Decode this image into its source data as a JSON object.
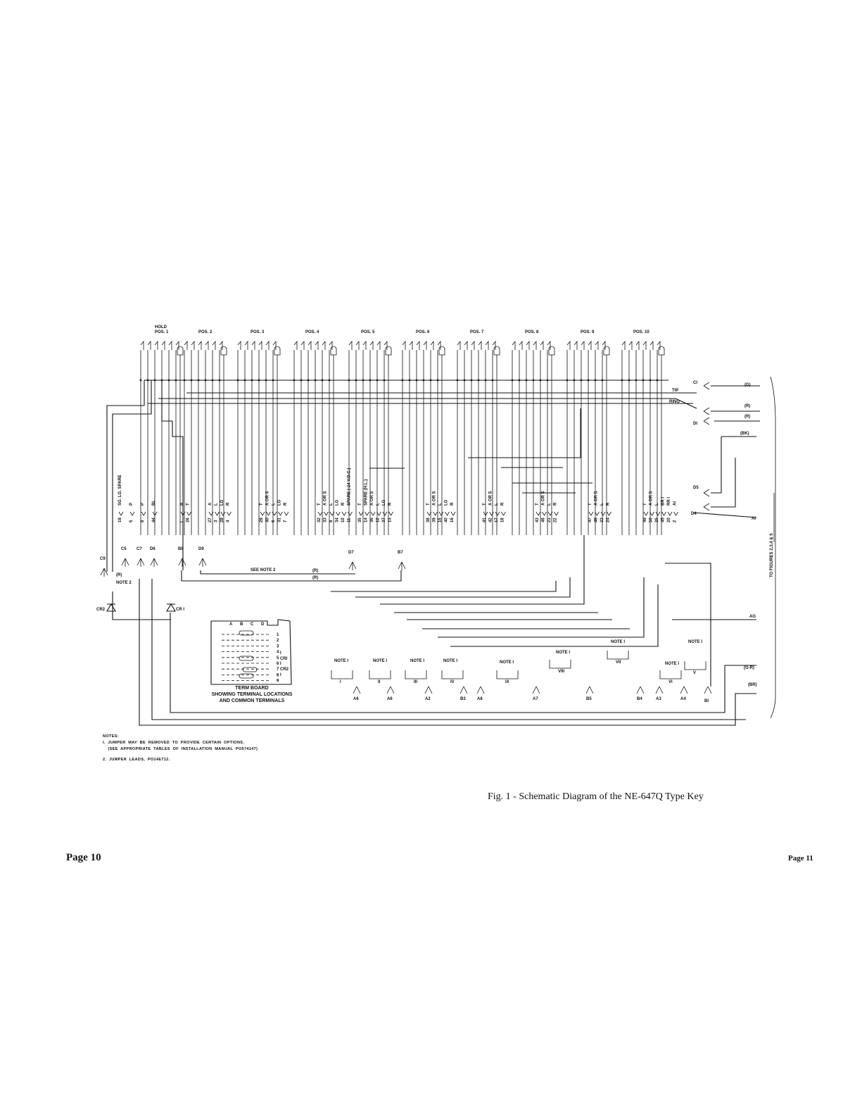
{
  "positions": [
    "HOLD POS. 1",
    "POS. 2",
    "POS. 3",
    "POS. 4",
    "POS. 5",
    "POS. 6",
    "POS. 7",
    "POS. 8",
    "POS. 9",
    "POS. 10"
  ],
  "bus_labels": {
    "tip": "TIP",
    "ring": "RING"
  },
  "right_connectors": {
    "c1": "CI",
    "d1": "DI",
    "d5": "D5",
    "d4": "D4",
    "leads": [
      "(G)",
      "(R)",
      "(R)",
      "(BK)",
      "AI",
      "AG",
      "(G-R)",
      "(BR)"
    ],
    "side_label": "TO FIGURES 2,3,4 & 5"
  },
  "lead_groups": [
    {
      "names": [
        "SG. LG. SPARE",
        "P",
        "P",
        "BL"
      ],
      "numbers": [
        "19",
        "5",
        "8",
        "44"
      ]
    },
    {
      "names": [
        "R",
        "T"
      ],
      "numbers": [
        "I",
        "26"
      ]
    },
    {
      "names": [
        "A",
        "L",
        "LG",
        "R"
      ],
      "numbers": [
        "27",
        "3",
        "28",
        "4"
      ]
    },
    {
      "names": [
        "T",
        "A OR S",
        "L",
        "LG",
        "R"
      ],
      "numbers": [
        "29",
        "30",
        "6",
        "31",
        "7"
      ]
    },
    {
      "names": [
        "T",
        "A OR S",
        "L",
        "LG",
        "R",
        "SPARE (-24 V.D.C.)"
      ],
      "numbers": [
        "32",
        "33",
        "9",
        "34",
        "10",
        "11"
      ]
    },
    {
      "names": [
        "T",
        "SPARE (H.L.)",
        "A OR S",
        "L",
        "LG",
        "R"
      ],
      "numbers": [
        "35",
        "14",
        "36",
        "12",
        "37",
        "13"
      ]
    },
    {
      "names": [
        "T",
        "A OR S",
        "L",
        "LG",
        "R"
      ],
      "numbers": [
        "38",
        "39",
        "15",
        "40",
        "16"
      ]
    },
    {
      "names": [
        "T",
        "A OR S",
        "L",
        "R"
      ],
      "numbers": [
        "41",
        "42",
        "17",
        "18"
      ]
    },
    {
      "names": [
        "T",
        "A OR S",
        "L",
        "R"
      ],
      "numbers": [
        "43",
        "46",
        "21",
        "22"
      ]
    },
    {
      "names": [
        "T",
        "A OR S",
        "L",
        "R"
      ],
      "numbers": [
        "47",
        "48",
        "23",
        "24"
      ]
    },
    {
      "names": [
        "T",
        "A OR S",
        "L",
        "BR I",
        "RR I",
        "AI"
      ],
      "numbers": [
        "49",
        "50",
        "25",
        "45",
        "20",
        "2"
      ]
    }
  ],
  "jacks_left": [
    "C9",
    "C5",
    "C7",
    "D6",
    "B8",
    "D9",
    "D7",
    "B7"
  ],
  "jack_notes": {
    "r1": "(R)",
    "r2": "(R)",
    "r3": "(R)",
    "see_note": "SEE NOTE 2",
    "note2": "NOTE 2"
  },
  "diodes": [
    "CR2",
    "CR I"
  ],
  "bottom_jacks": [
    "A6",
    "A6",
    "A2",
    "B3",
    "A8",
    "A7",
    "B5",
    "B4",
    "A3",
    "A4",
    "BI"
  ],
  "roman_numerals": [
    "I",
    "II",
    "III",
    "IV",
    "IX",
    "VIII",
    "VII",
    "VI",
    "V"
  ],
  "note1_label": "NOTE I",
  "term_board": {
    "columns": [
      "A",
      "B",
      "C",
      "D"
    ],
    "rows": [
      "1",
      "2",
      "3",
      "4",
      "5",
      "6",
      "7",
      "8",
      "9"
    ],
    "side": [
      "I",
      "CRI",
      "I",
      "CR2",
      "I"
    ],
    "caption": [
      "TERM BOARD",
      "SHOWING TERMINAL LOCATIONS",
      "AND COMMON TERMINALS"
    ]
  },
  "notes": {
    "heading": "NOTES:",
    "n1a": "I.  JUMPER  MAY  BE  REMOVED  TO  PROVIDE  CERTAIN  OPTIONS.",
    "n1b": "    (SEE  APPROPRIATE  TABLES  OF  INSTALLATION  MANUAL  PO574147)",
    "n2": "2.  JUMPER  LEADS,  PO14E712."
  },
  "caption": "Fig. 1 - Schematic Diagram of the NE-647Q Type Key",
  "page_left": "Page 10",
  "page_right": "Page 11"
}
